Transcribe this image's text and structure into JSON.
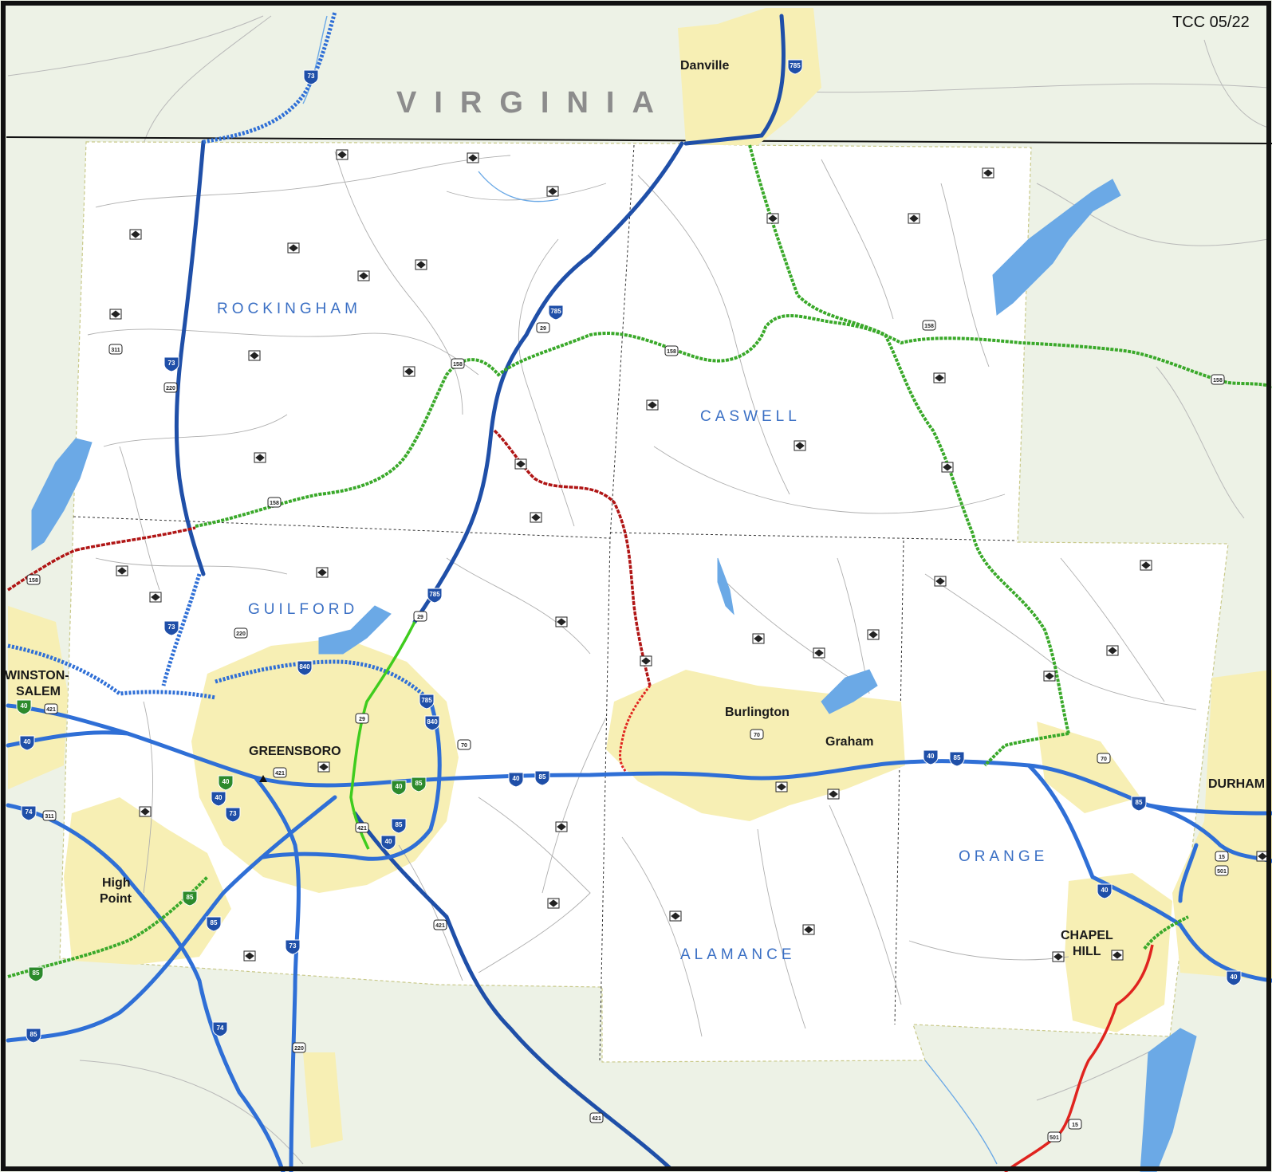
{
  "header": {
    "stamp": "TCC  05/22"
  },
  "state_label": "VIRGINIA",
  "counties": [
    {
      "id": "rockingham",
      "label": "ROCKINGHAM"
    },
    {
      "id": "caswell",
      "label": "CASWELL"
    },
    {
      "id": "guilford",
      "label": "GUILFORD"
    },
    {
      "id": "alamance",
      "label": "ALAMANCE"
    },
    {
      "id": "orange",
      "label": "ORANGE"
    }
  ],
  "cities": [
    {
      "id": "danville",
      "lines": [
        "Danville"
      ]
    },
    {
      "id": "winston-salem",
      "lines": [
        "WINSTON-",
        "SALEM"
      ]
    },
    {
      "id": "greensboro",
      "lines": [
        "GREENSBORO"
      ]
    },
    {
      "id": "high-point",
      "lines": [
        "High",
        "Point"
      ]
    },
    {
      "id": "burlington",
      "lines": [
        "Burlington"
      ]
    },
    {
      "id": "graham",
      "lines": [
        "Graham"
      ]
    },
    {
      "id": "durham",
      "lines": [
        "DURHAM"
      ]
    },
    {
      "id": "chapel-hill",
      "lines": [
        "CHAPEL",
        "HILL"
      ]
    }
  ],
  "interstate_shields": [
    "73",
    "785",
    "40",
    "85",
    "74",
    "840"
  ],
  "us_route_shields": [
    "29",
    "220",
    "158",
    "311",
    "421",
    "70",
    "15",
    "501"
  ],
  "colors": {
    "outside_land": "#edf2e6",
    "region": "#ffffff",
    "urban": "#f7efb4",
    "water": "#6ba9e6",
    "interstate_dark": "#1f4fa8",
    "interstate": "#2f6fd6",
    "route_green": "#3aa92a",
    "route_red": "#b01515",
    "route_bright_red": "#e0241f",
    "border": "#111111"
  }
}
